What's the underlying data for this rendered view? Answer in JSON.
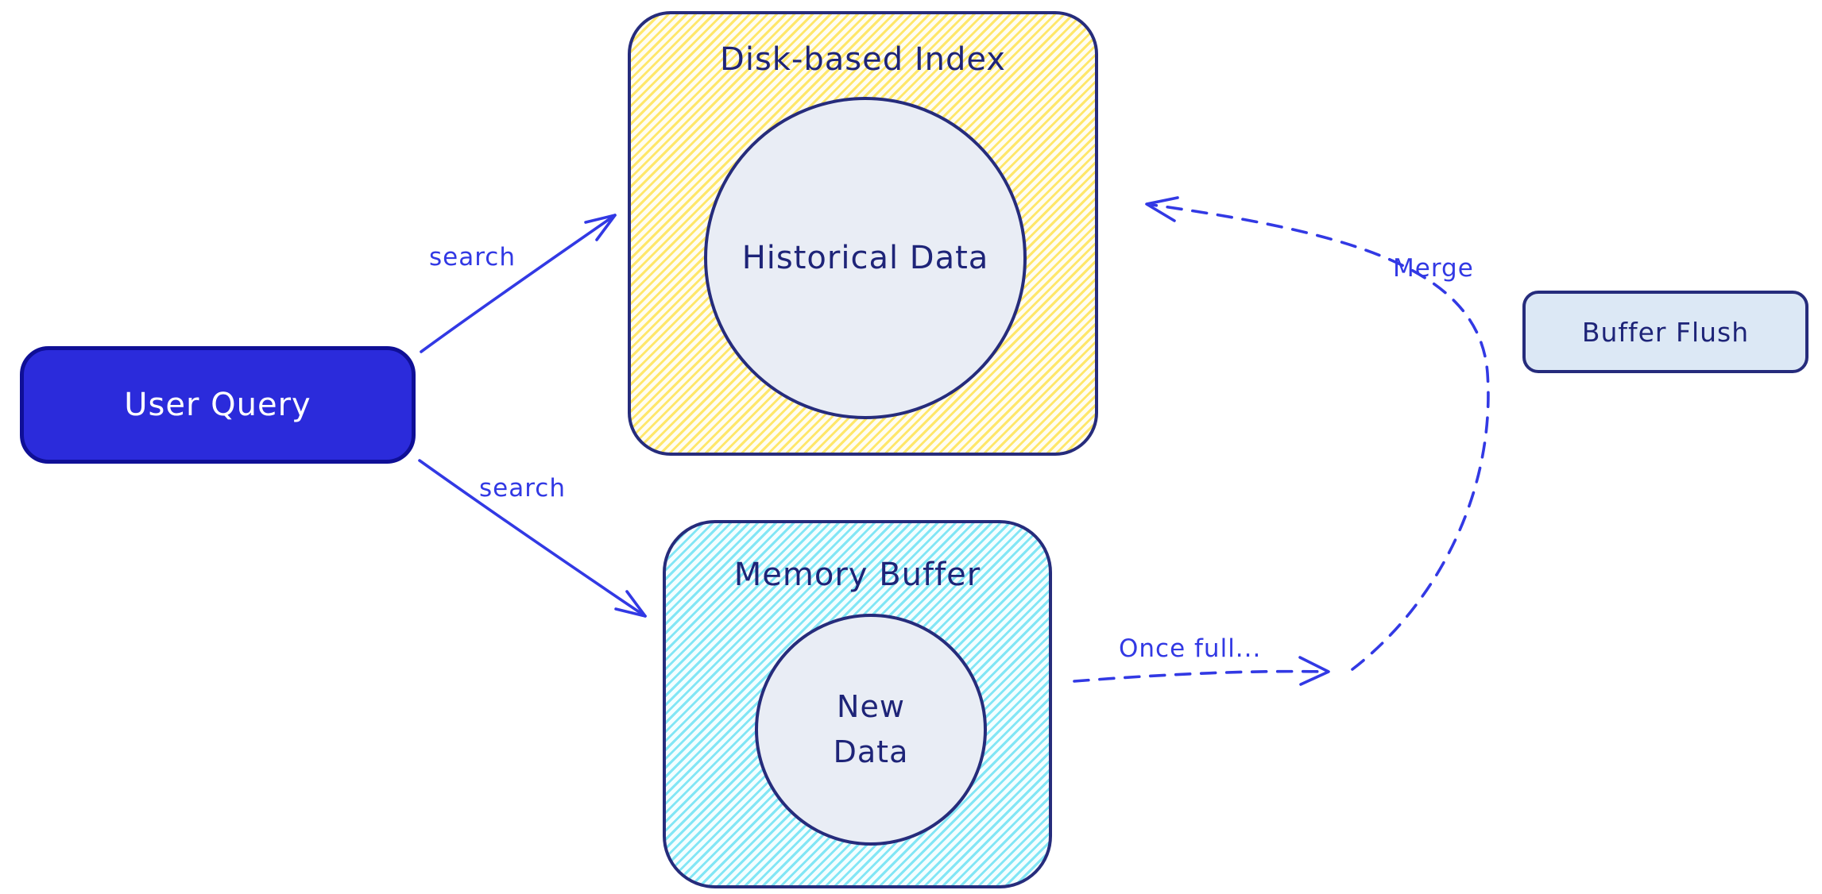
{
  "diagram": {
    "nodes": {
      "user_query": {
        "label": "User Query"
      },
      "disk_index": {
        "title": "Disk-based Index",
        "circle_label": "Historical Data"
      },
      "memory_buffer": {
        "title": "Memory Buffer",
        "circle_label": "New\nData"
      },
      "buffer_flush": {
        "label": "Buffer Flush"
      }
    },
    "edges": {
      "search_top": {
        "label": "search",
        "style": "solid"
      },
      "search_bottom": {
        "label": "search",
        "style": "solid"
      },
      "once_full": {
        "label": "Once full...",
        "style": "dashed"
      },
      "merge": {
        "label": "Merge",
        "style": "dashed"
      }
    },
    "colors": {
      "arrow_blue": "#3239e4",
      "navy": "#1e2478",
      "border_navy": "#262c7c",
      "user_query_fill": "#2b2bdb",
      "user_query_border": "#0f0f96",
      "yellow_hatch": "#ffe24cd0",
      "cyan_hatch": "#63dff2c8",
      "circle_fill": "#e9edf5",
      "flush_fill": "#dce8f5"
    }
  }
}
